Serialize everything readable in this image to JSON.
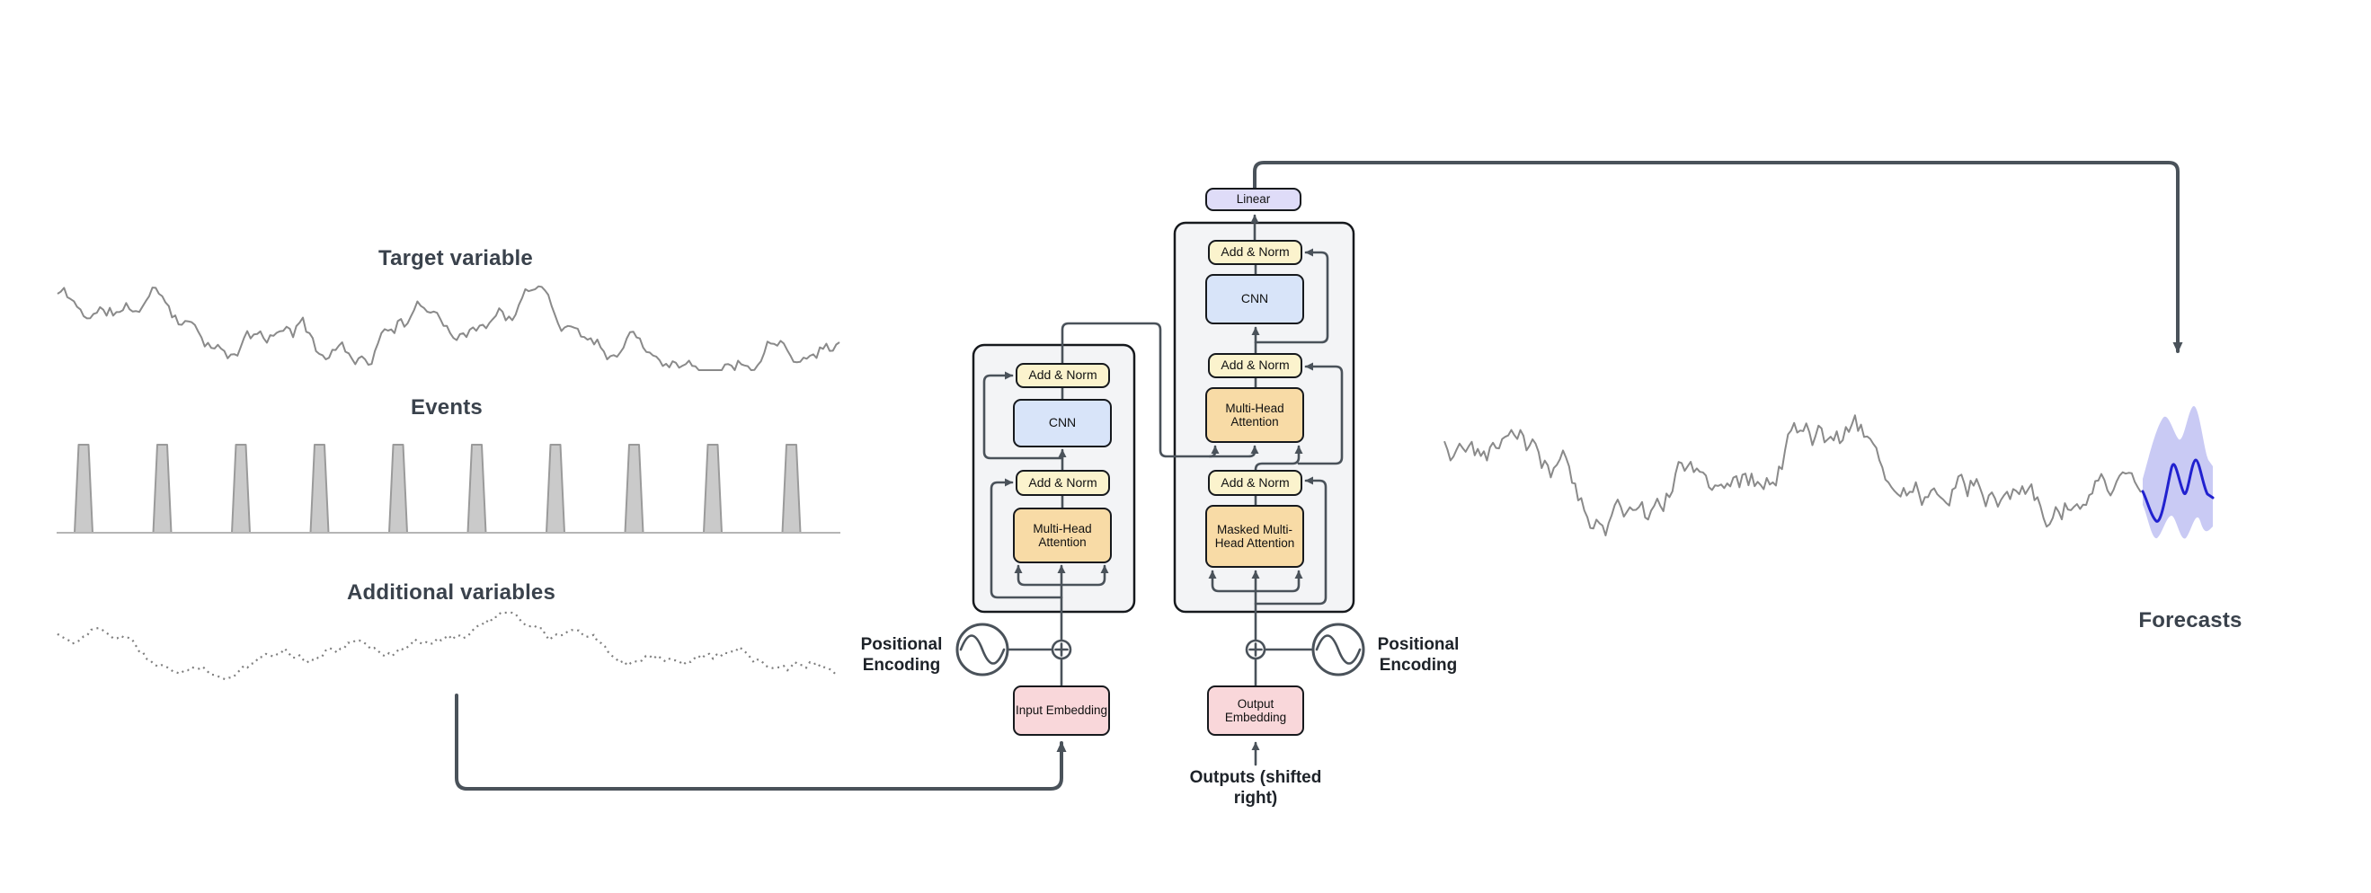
{
  "inputs": {
    "target_label": "Target variable",
    "events_label": "Events",
    "additional_label": "Additional variables"
  },
  "encoder": {
    "add_norm_1": "Add & Norm",
    "cnn": "CNN",
    "add_norm_2": "Add & Norm",
    "attention": "Multi-Head Attention",
    "positional_encoding": "Positional Encoding",
    "input_embedding": "Input Embedding"
  },
  "decoder": {
    "linear": "Linear",
    "add_norm_1": "Add & Norm",
    "cnn": "CNN",
    "add_norm_2": "Add & Norm",
    "attention": "Multi-Head Attention",
    "add_norm_3": "Add & Norm",
    "masked_attention": "Masked Multi-Head Attention",
    "positional_encoding": "Positional Encoding",
    "output_embedding": "Output Embedding",
    "outputs_label": "Outputs (shifted right)"
  },
  "output": {
    "forecasts_label": "Forecasts"
  },
  "colors": {
    "ink": "#16191d",
    "line": "#4a525a",
    "container": "#f3f4f6",
    "an": "#fbf3cd",
    "cnn": "#d8e4f9",
    "att": "#f8dba6",
    "lin": "#dfdcf8",
    "emb": "#f9d7da",
    "series": "#8a8a8a",
    "dotted": "#7f7f7f",
    "baseline": "#b5b5b5",
    "pulse": "#cacaca",
    "pulsestroke": "#9a9a9a",
    "band": "#c9caf4",
    "fline": "#2121cf",
    "title": "#3a424c"
  }
}
